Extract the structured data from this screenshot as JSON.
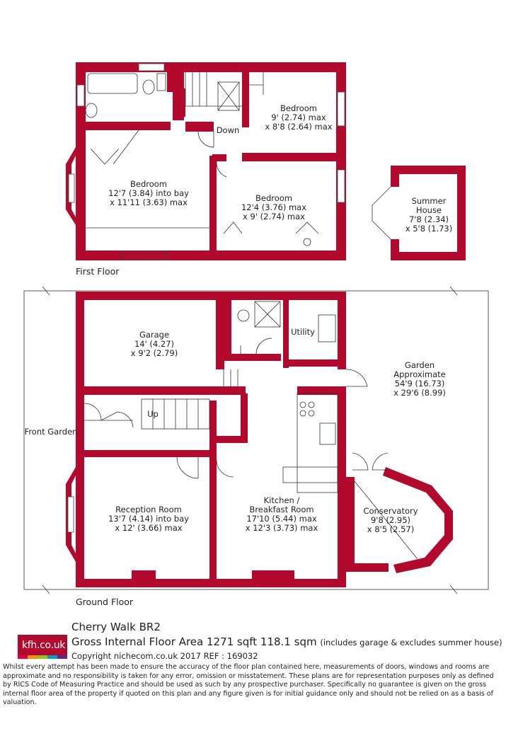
{
  "first_floor": {
    "label": "First Floor",
    "stairs_label": "Down",
    "rooms": [
      {
        "name": "Bedroom",
        "dims": [
          "9' (2.74) max",
          "x 8'8 (2.64) max"
        ]
      },
      {
        "name": "Bedroom",
        "dims": [
          "12'7 (3.84) into bay",
          "x 11'11 (3.63) max"
        ]
      },
      {
        "name": "Bedroom",
        "dims": [
          "12'4 (3.76) max",
          "x 9' (2.74) max"
        ]
      }
    ]
  },
  "summer_house": {
    "name_line1": "Summer",
    "name_line2": "House",
    "dims": [
      "7'8 (2.34)",
      "x 5'8 (1.73)"
    ]
  },
  "ground_floor": {
    "label": "Ground Floor",
    "stairs_label": "Up",
    "front_garden": "Front Garden",
    "rooms": {
      "garage": {
        "name": "Garage",
        "dims": [
          "14' (4.27)",
          "x 9'2 (2.79)"
        ]
      },
      "utility": {
        "name": "Utility"
      },
      "garden": {
        "name": "Garden",
        "name2": "Approximate",
        "dims": [
          "54'9 (16.73)",
          "x 29'6 (8.99)"
        ]
      },
      "reception": {
        "name": "Reception Room",
        "dims": [
          "13'7 (4.14) into bay",
          "x 12' (3.66) max"
        ]
      },
      "kitchen": {
        "name": "Kitchen /",
        "name2": "Breakfast Room",
        "dims": [
          "17'10 (5.44) max",
          "x 12'3 (3.73) max"
        ]
      },
      "conservatory": {
        "name": "Conservatory",
        "dims": [
          "9'8 (2.95)",
          "x 8'5 (2.57)"
        ]
      }
    }
  },
  "footer": {
    "logo_text": "kfh.co.uk",
    "logo_colors": [
      "#e4003b",
      "#f39200",
      "#95c11f",
      "#00a0c6",
      "#662483"
    ],
    "address": "Cherry Walk  BR2",
    "gia_main": "Gross Internal Floor Area 1271 sqft 118.1 sqm",
    "gia_note": "(includes garage & excludes summer house)",
    "copyright": "Copyright nichecom.co.uk 2017 REF : 169032",
    "disclaimer": "Whilst every attempt has been made to ensure the accuracy of the floor plan contained here, measurements of doors, windows and rooms are approximate and no responsibility is taken for any error, omission or misstatement.  These plans are for representation purposes only as defined by RICS Code of Measuring Practice and should be used as such by any prospective purchaser.  Specifically no guarantee is given on the gross internal floor area of the property if quoted on this plan and any figure given is for initial guidance only and should not be relied on as a basis of valuation."
  }
}
